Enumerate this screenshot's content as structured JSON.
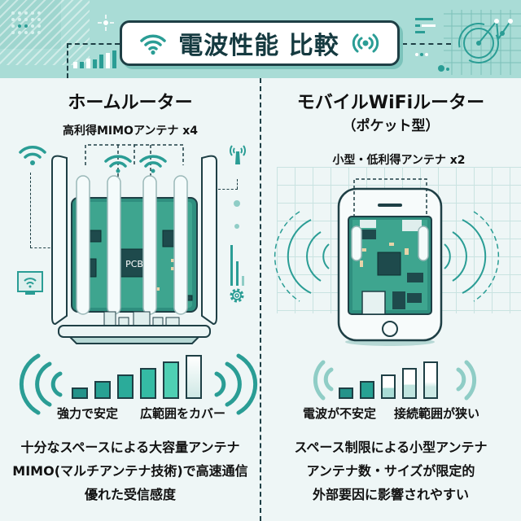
{
  "header": {
    "title": "電波性能 比較",
    "left_icon": "wifi-icon",
    "right_icon": "broadcast-icon"
  },
  "home_router": {
    "title": "ホームルーター",
    "antenna_label": "高利得MIMOアンテナ x4",
    "pcb_label": "PCB",
    "signal_caption_1": "強力で安定",
    "signal_caption_2": "広範囲をカバー",
    "signal_bars": [
      1,
      2,
      3,
      4,
      5,
      6
    ],
    "features": [
      "十分なスペースによる大容量アンテナ",
      "MIMO(マルチアンテナ技術)で高速通信",
      "優れた受信感度"
    ]
  },
  "mobile_router": {
    "title": "モバイルWiFiルーター",
    "subtitle": "（ポケット型）",
    "antenna_label": "小型・低利得アンテナ x2",
    "signal_caption_1": "電波が不安定",
    "signal_caption_2": "接続範囲が狭い",
    "signal_bars": [
      1,
      2,
      3,
      4,
      5
    ],
    "features": [
      "スペース制限による小型アンテナ",
      "アンテナ数・サイズが限定的",
      "外部要因に影響されやすい"
    ]
  },
  "colors": {
    "accent": "#2a9d95",
    "dark": "#1e3f45",
    "header_bg": "#a9dcd6",
    "pcb": "#2f8f7f",
    "page_bg": "#eef6f6"
  }
}
